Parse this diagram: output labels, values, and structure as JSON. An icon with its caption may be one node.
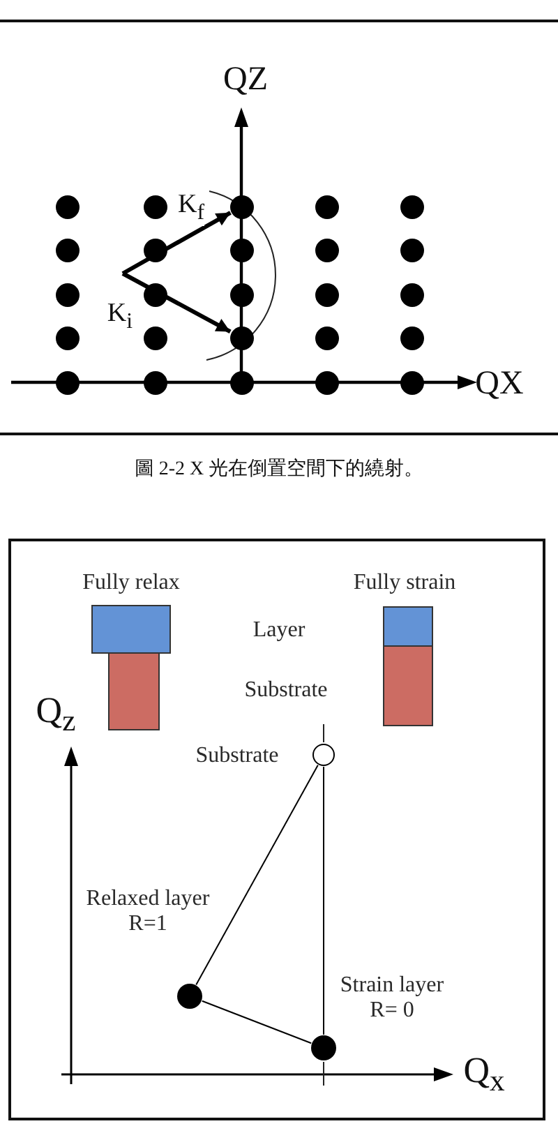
{
  "diagram": {
    "caption": "圖 2-2 X 光在倒置空間下的繞射。",
    "nodes": [
      {
        "text": [],
        "shape": "circle"
      },
      {
        "text": [],
        "shape": "circle"
      },
      {
        "text": [],
        "shape": "circle"
      },
      {
        "text": [],
        "shape": "circle"
      },
      {
        "text": [],
        "shape": "circle"
      },
      {
        "text": [],
        "shape": "circle"
      },
      {
        "text": [],
        "shape": "circle"
      },
      {
        "text": [],
        "shape": "circle"
      },
      {
        "text": [],
        "shape": "circle"
      },
      {
        "text": [],
        "shape": "circle"
      },
      {
        "text": [],
        "shape": "circle"
      },
      {
        "text": [],
        "shape": "circle"
      },
      {
        "text": [],
        "shape": "circle"
      },
      {
        "text": [],
        "shape": "circle"
      },
      {
        "text": [],
        "shape": "circle"
      },
      {
        "text": [],
        "shape": "circle"
      },
      {
        "text": [],
        "shape": "circle"
      },
      {
        "text": [],
        "shape": "circle"
      },
      {
        "text": [],
        "shape": "circle"
      },
      {
        "text": [],
        "shape": "circle"
      },
      {
        "text": [],
        "shape": "circle"
      },
      {
        "text": [],
        "shape": "circle"
      },
      {
        "text": [],
        "shape": "circle"
      },
      {
        "text": [],
        "shape": "circle"
      },
      {
        "text": [],
        "shape": "circle"
      },
      {
        "text": [],
        "shape": "circle",
        "beside": [
          "Substrate"
        ]
      },
      {
        "text": [],
        "shape": "circle",
        "beside": [
          "Relaxed layer R=1"
        ]
      },
      {
        "text": [],
        "shape": "circle",
        "beside": [
          "Strain layer R= 0"
        ]
      }
    ],
    "edges": [
      {
        "from": null,
        "to": 2,
        "arrow": "to",
        "label": "K$_{f}$",
        "style": "thick"
      },
      {
        "from": null,
        "to": 17,
        "arrow": "to",
        "label": "K$_{i}$",
        "style": "thick"
      },
      {
        "from": 25,
        "to": 26,
        "arrow": "none"
      },
      {
        "from": 26,
        "to": 27,
        "arrow": "none"
      },
      {
        "from": 25,
        "to": 27,
        "arrow": "none"
      }
    ],
    "labels": [
      "QZ",
      "QX",
      "Fully relax",
      "Fully strain",
      "Layer",
      "Substrate",
      "Q$_{z}$",
      "Q$_{x}$"
    ]
  }
}
